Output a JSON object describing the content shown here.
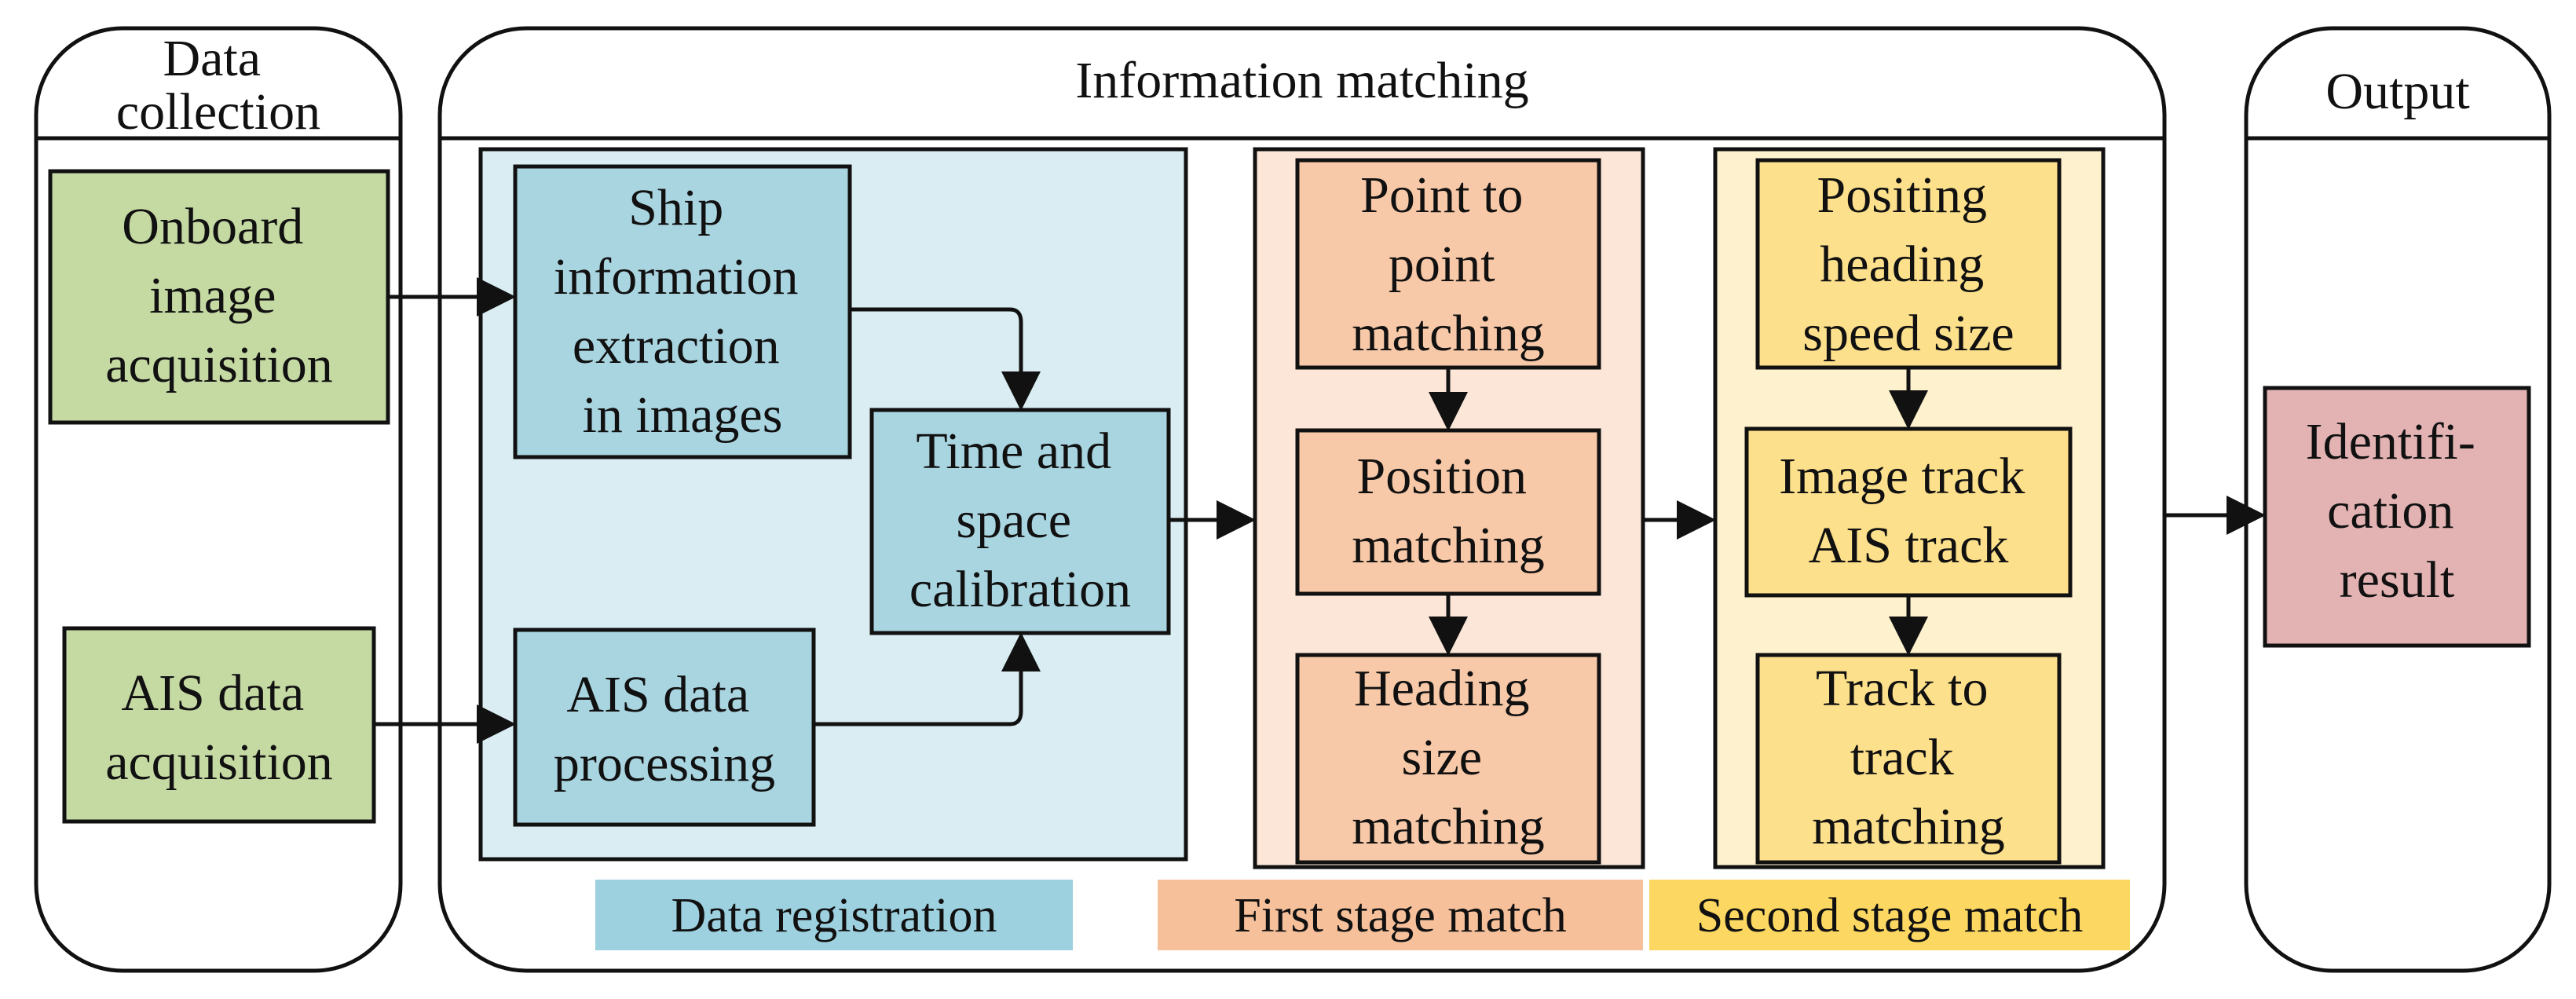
{
  "colors": {
    "green_fill": "#c5d9a3",
    "blue_fill": "#a9d5e1",
    "blue_region": "#d9edf3",
    "orange_fill": "#f8c9a8",
    "orange_region": "#fce6d8",
    "yellow_fill": "#fde08c",
    "yellow_region": "#fef1cd",
    "pink_fill": "#e3b3b3",
    "label_blue": "#9dd1df",
    "label_orange": "#f6c09b",
    "label_yellow": "#fcd761"
  },
  "columns": {
    "data_collection": [
      "Data",
      "collection"
    ],
    "information_matching": [
      "Information matching"
    ],
    "output": [
      "Output"
    ]
  },
  "nodes": {
    "onboard_image": [
      "Onboard",
      "image",
      "acquisition"
    ],
    "ais_acquisition": [
      "AIS data",
      "acquisition"
    ],
    "ship_info": [
      "Ship",
      "information",
      "extraction",
      "in images"
    ],
    "ais_processing": [
      "AIS data",
      "processing"
    ],
    "time_space": [
      "Time and",
      "space",
      "calibration"
    ],
    "point_to_point": [
      "Point to",
      "point",
      "matching"
    ],
    "position_matching": [
      "Position",
      "matching"
    ],
    "heading_size": [
      "Heading",
      "size",
      "matching"
    ],
    "positing_heading": [
      "Positing",
      "heading",
      "speed size"
    ],
    "image_ais_track": [
      "Image track",
      "AIS track"
    ],
    "track_to_track": [
      "Track to",
      "track",
      "matching"
    ],
    "identification": [
      "Identifi-",
      "cation",
      "result"
    ]
  },
  "region_labels": {
    "data_registration": "Data registration",
    "first_stage": "First stage match",
    "second_stage": "Second stage match"
  }
}
